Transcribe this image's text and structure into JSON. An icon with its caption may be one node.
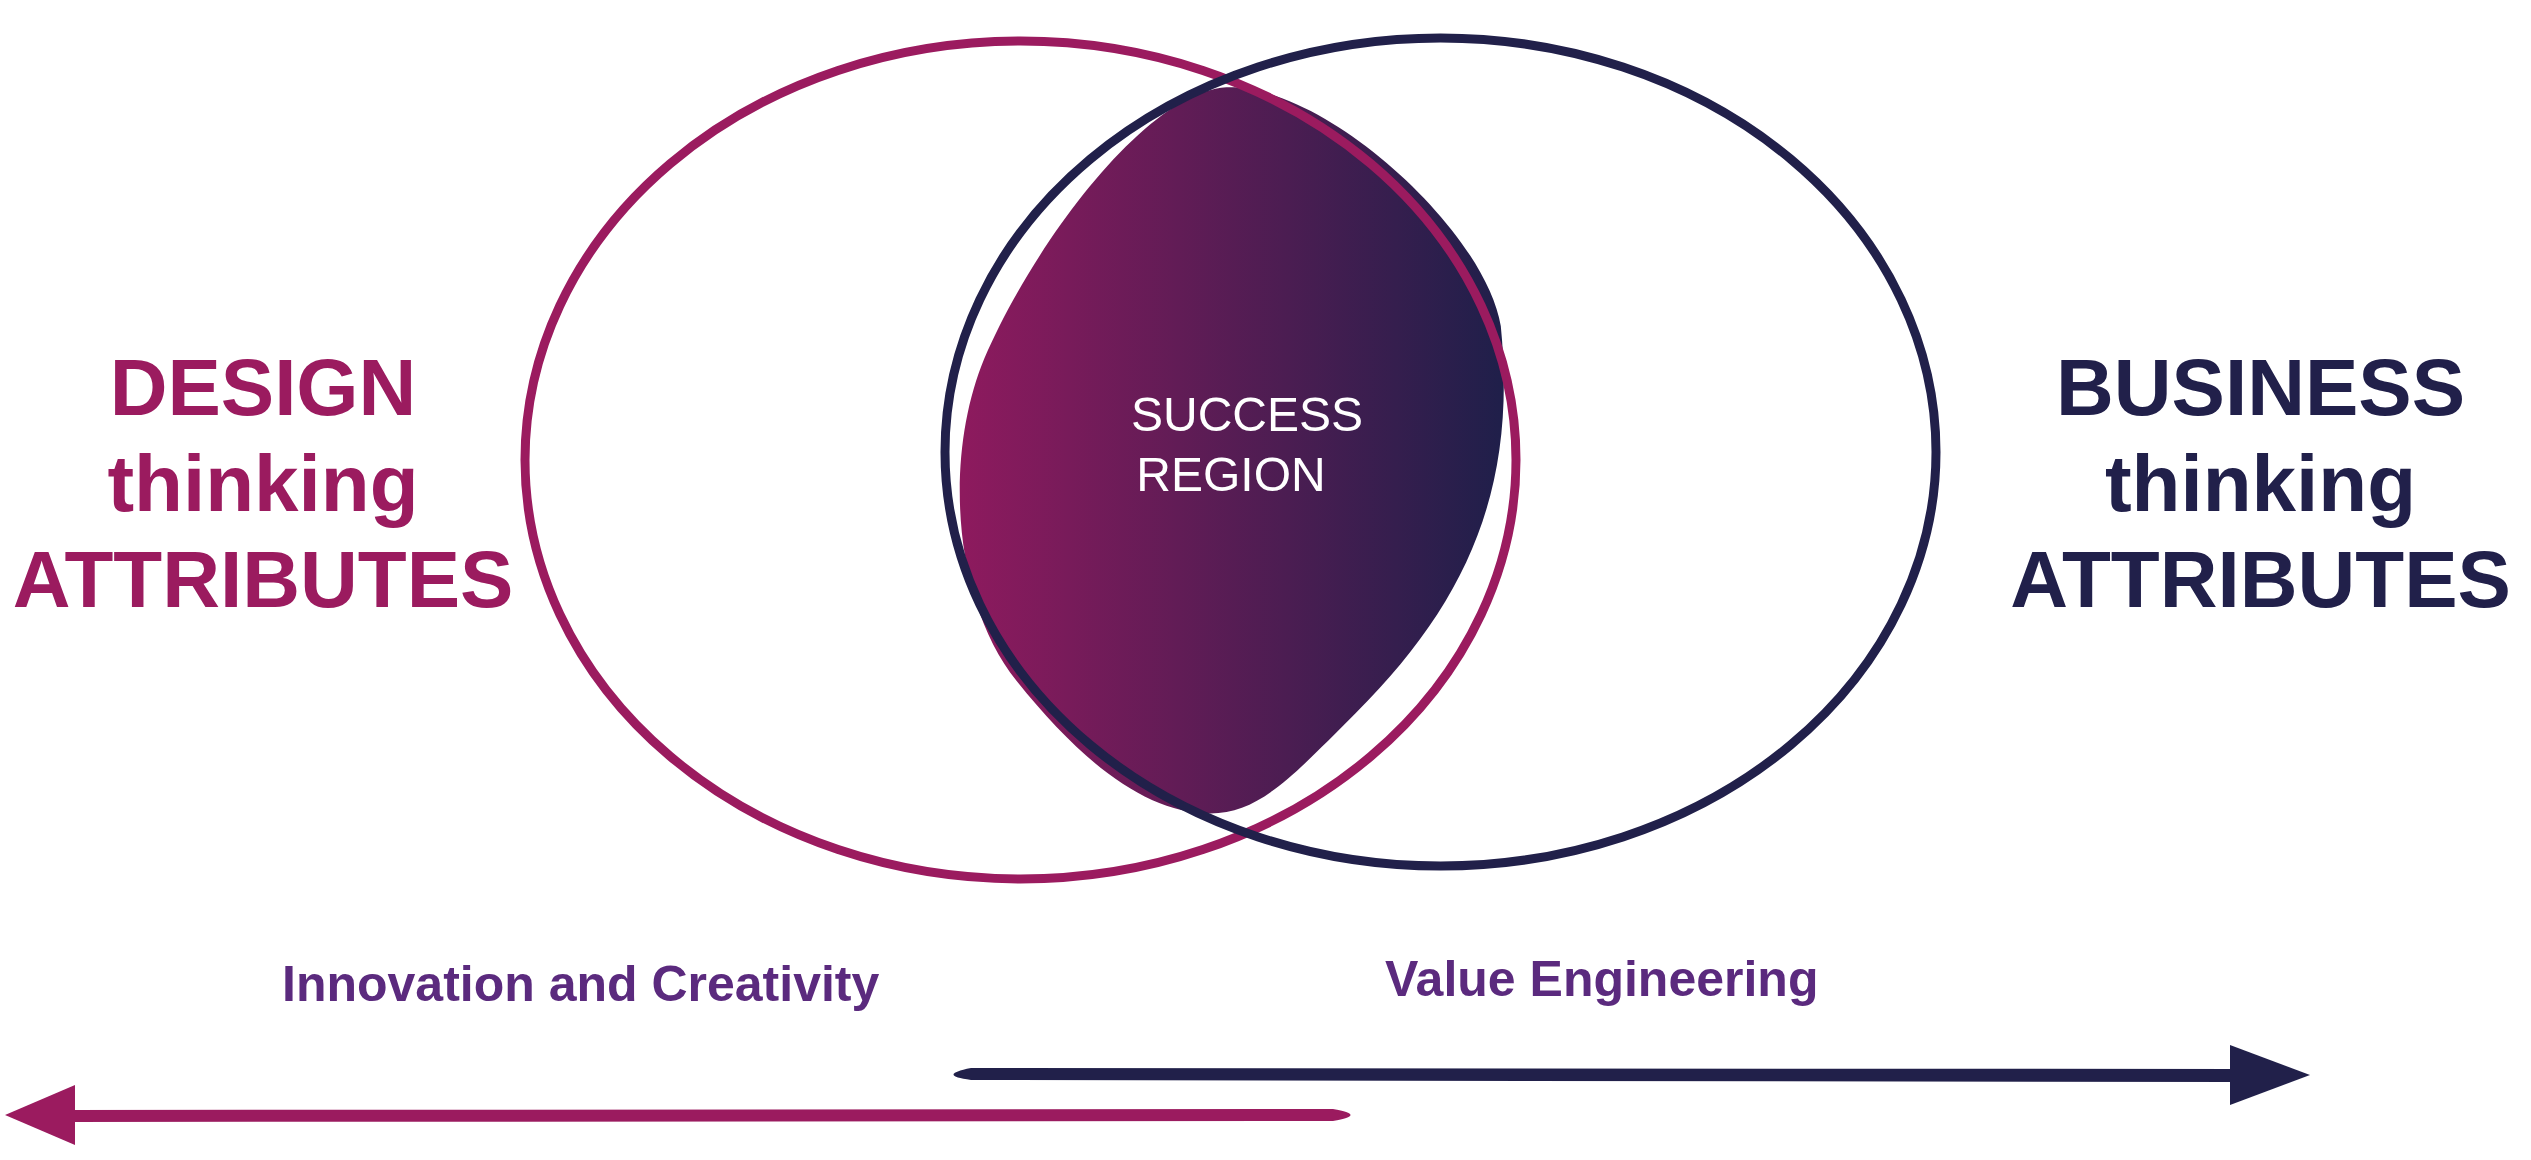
{
  "diagram": {
    "nodes": [
      {
        "text": [
          "DESIGN thinking ATTRIBUTES"
        ]
      },
      {
        "text": [
          "BUSINESS thinking ATTRIBUTES"
        ]
      },
      {
        "text": [
          "SUCCESS REGION"
        ]
      }
    ],
    "labels": [
      "Innovation and Creativity",
      "Value Engineering"
    ]
  }
}
